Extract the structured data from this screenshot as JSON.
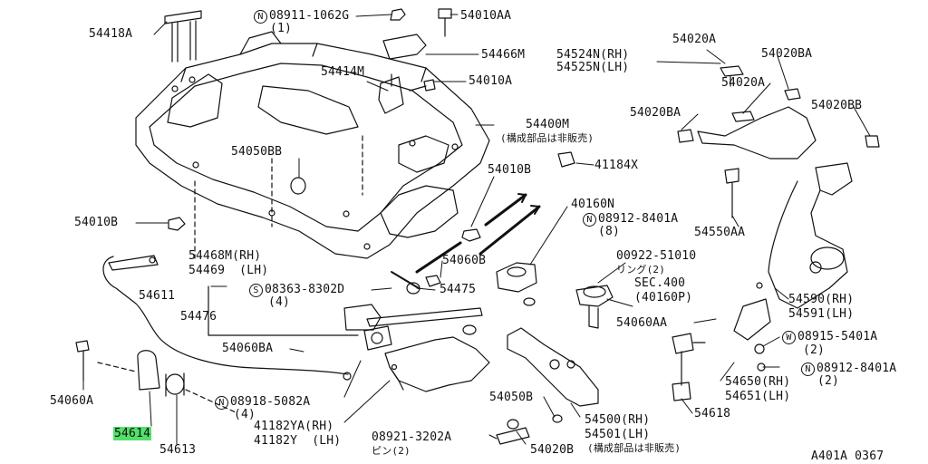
{
  "labels": {
    "p54418A": "54418A",
    "p08911_1062G": "08911-1062G",
    "p08911_qty": "(1)",
    "p54010AA": "54010AA",
    "p54466M": "54466M",
    "p54414M": "54414M",
    "p54010A": "54010A",
    "p54524N": "54524N(RH)",
    "p54525N": "54525N(LH)",
    "p54020A_top": "54020A",
    "p54020BA_top": "54020BA",
    "p54020A_mid": "54020A",
    "p54020BA_left": "54020BA",
    "p54020BB": "54020BB",
    "p54400M": "54400M",
    "p54400M_note": "(構成部品は非販売)",
    "p54050BB": "54050BB",
    "p54010B_center": "54010B",
    "p41184X": "41184X",
    "p54010B_left": "54010B",
    "p40160N": "40160N",
    "p08912_8401A_top": "08912-8401A",
    "p08912_8401A_top_qty": "(8)",
    "p54550AA": "54550AA",
    "p54468M": "54468M(RH)",
    "p54469": "54469  (LH)",
    "p00922": "00922-51010",
    "p00922_note": "リング(2)",
    "p54060B": "54060B",
    "p54611": "54611",
    "p08363": "08363-8302D",
    "p08363_qty": "(4)",
    "p54475": "54475",
    "sec400": "SEC.400",
    "sec400_sub": "(40160P)",
    "p54476": "54476",
    "p54590": "54590(RH)",
    "p54591": "54591(LH)",
    "p54060AA": "54060AA",
    "p08915": "08915-5401A",
    "p08915_qty": "(2)",
    "p54060BA": "54060BA",
    "p54060A": "54060A",
    "p54650": "54650(RH)",
    "p54651": "54651(LH)",
    "p08912_8401A_bot": "08912-8401A",
    "p08912_8401A_bot_qty": "(2)",
    "p54614": "54614",
    "p08918": "08918-5082A",
    "p08918_qty": "(4)",
    "p54050B": "54050B",
    "p54618": "54618",
    "p41182YA": "41182YA(RH)",
    "p41182Y": "41182Y  (LH)",
    "p54500": "54500(RH)",
    "p54501": "54501(LH)",
    "p08921": "08921-3202A",
    "p08921_note": "ピン(2)",
    "p54020B": "54020B",
    "p54500_note": "(構成部品は非販売)",
    "p54613": "54613",
    "diagram_id": "A401A 0367"
  },
  "markers": {
    "N": "N",
    "S": "S",
    "W": "W"
  },
  "highlight_color": "#52e06b"
}
